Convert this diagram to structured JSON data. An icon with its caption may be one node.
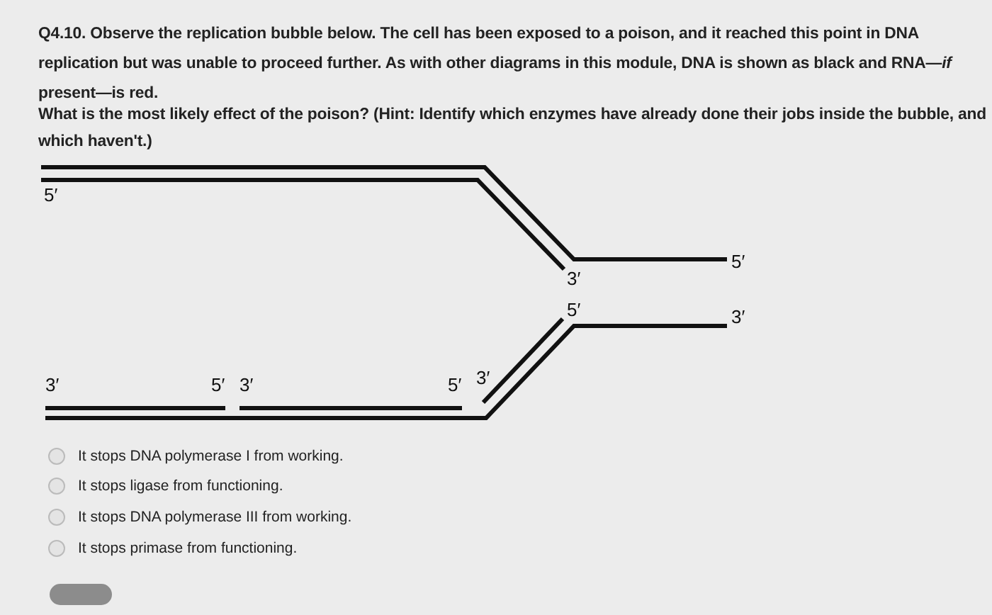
{
  "diagram": {
    "title": "Q4.10. Observe the replication bubble below. The cell has been exposed to a poison, and it reached this point in DNA replication but was unable to proceed further. As with other diagrams in this module, DNA is shown as black and RNA—*if* present—is red.",
    "labels": [
      "What is the most likely effect of the poison? (Hint: Identify which enzymes have already done their jobs inside the bubble, and which haven't.)",
      "5′",
      "5′",
      "3′",
      "5′",
      "3′",
      "3′",
      "5′",
      "3′",
      "5′",
      "3′",
      "It stops DNA polymerase I from working.",
      "It stops ligase from functioning.",
      "It stops DNA polymerase III from working.",
      "It stops primase from functioning."
    ]
  }
}
